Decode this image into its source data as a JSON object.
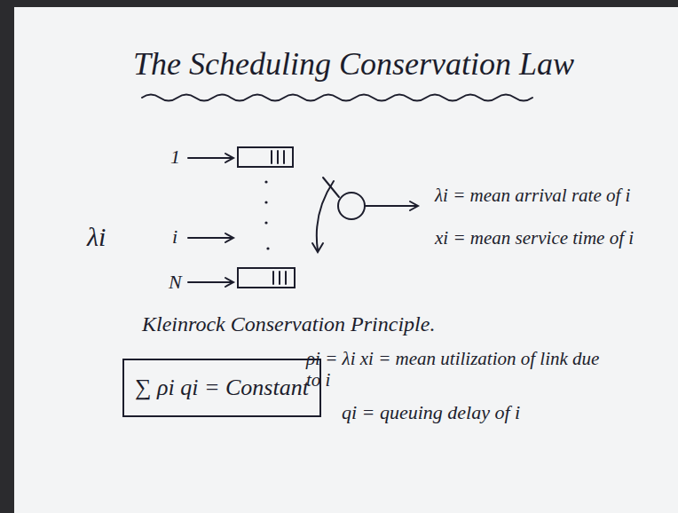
{
  "diagram": {
    "title": "The Scheduling Conservation Law",
    "nodes": [
      {
        "text": [
          "∑ ρi qi = Constant"
        ]
      }
    ],
    "labels": [
      "1",
      "i",
      "N",
      "λi",
      "λi = mean arrival rate of i",
      "xi = mean service time of i",
      "Kleinrock Conservation Principle.",
      "ρi = λi xi = mean utilization of link due to i",
      "qi = queuing delay of i"
    ]
  }
}
